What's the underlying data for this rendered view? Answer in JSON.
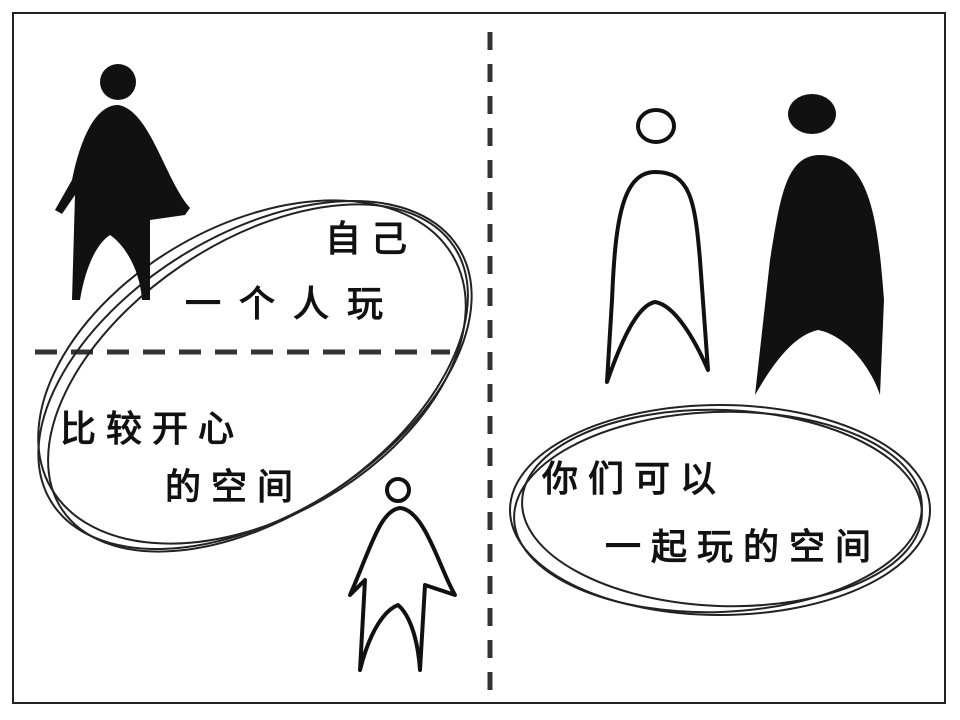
{
  "left_panel": {
    "text_line1": "自己",
    "text_line2": "一个人玩",
    "text_line3": "比较开心",
    "text_line4": "的空间"
  },
  "right_panel": {
    "text_line1": "你们可以",
    "text_line2": "一起玩的空间"
  },
  "colors": {
    "ink": "#111111",
    "paper": "#ffffff"
  }
}
